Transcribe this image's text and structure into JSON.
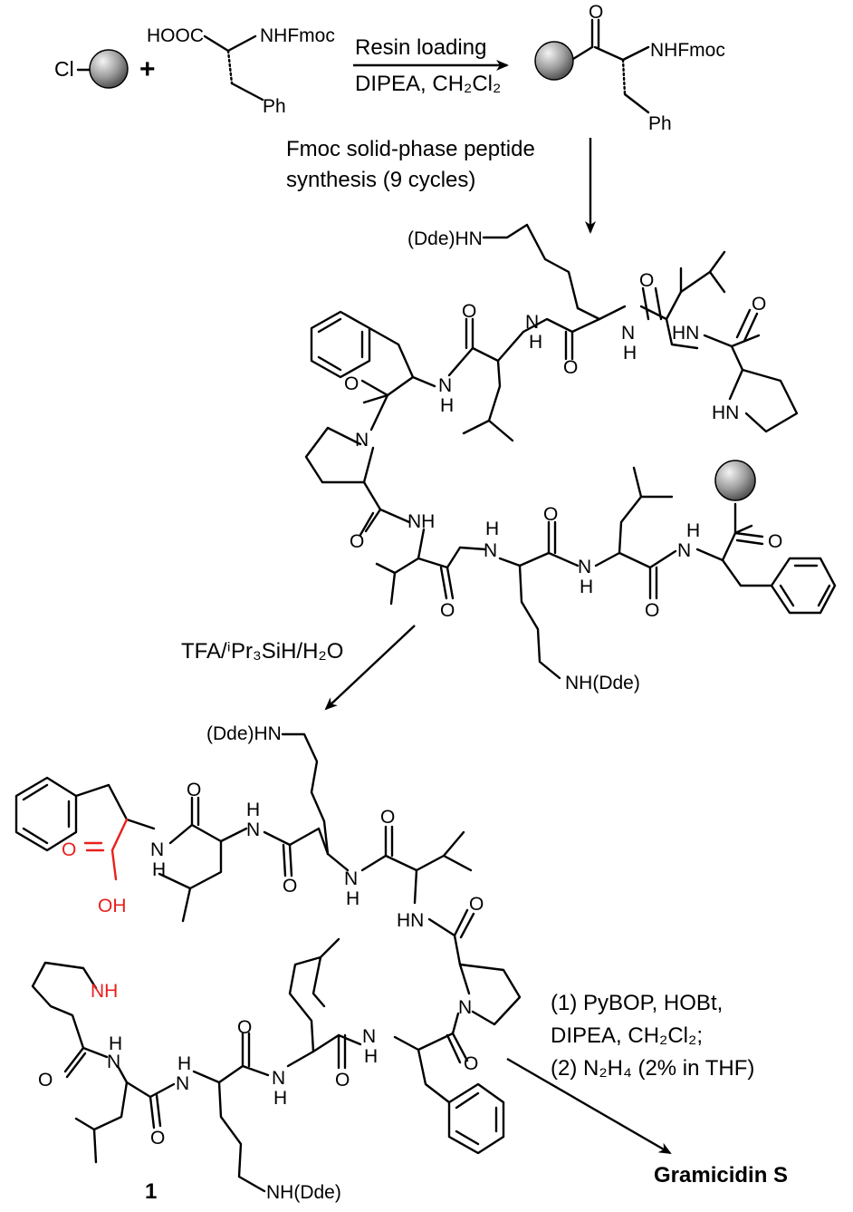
{
  "step1": {
    "resin_label": "Cl",
    "plus": "+",
    "amino_acid": {
      "acid": "HOOC",
      "amine": "NHFmoc",
      "side": "Ph"
    },
    "arrow_top": "Resin loading",
    "arrow_bottom": "DIPEA, CH₂Cl₂",
    "product": {
      "amine": "NHFmoc",
      "side": "Ph"
    }
  },
  "step2": {
    "conditions": [
      "Fmoc solid-phase peptide",
      "synthesis (9 cycles)"
    ]
  },
  "linear_resin": {
    "labels": {
      "dde_top": "(Dde)HN",
      "nh1": "N",
      "h1": "H",
      "nh2": "N",
      "h2": "H",
      "nh3": "N",
      "h3": "H",
      "hn4": "HN",
      "pro_hn": "HN",
      "pro_n": "N",
      "nh5": "NH",
      "nh6": "N",
      "h6": "H",
      "nh7": "N",
      "h7": "H",
      "nh8": "N",
      "h8": "H",
      "dde_bottom": "NH(Dde)",
      "o": "O"
    }
  },
  "step3": {
    "conditions": "TFA/ⁱPr₃SiH/H₂O"
  },
  "compound1": {
    "labels": {
      "dde_top": "(Dde)HN",
      "oh": "OH",
      "o_acid": "O",
      "nh_pro": "NH",
      "n_pro": "N",
      "hn": "HN",
      "dde_bottom": "NH(Dde)",
      "n": "N",
      "h": "H",
      "o": "O"
    },
    "number": "1"
  },
  "step4": {
    "conditions": [
      "(1) PyBOP, HOBt,",
      "DIPEA, CH₂Cl₂;",
      "(2) N₂H₄ (2% in THF)"
    ]
  },
  "product": "Gramicidin S",
  "colors": {
    "highlight": "#e8201c",
    "bond": "#000000",
    "bead_dark": "#555555",
    "bead_light": "#f4f4f4"
  }
}
